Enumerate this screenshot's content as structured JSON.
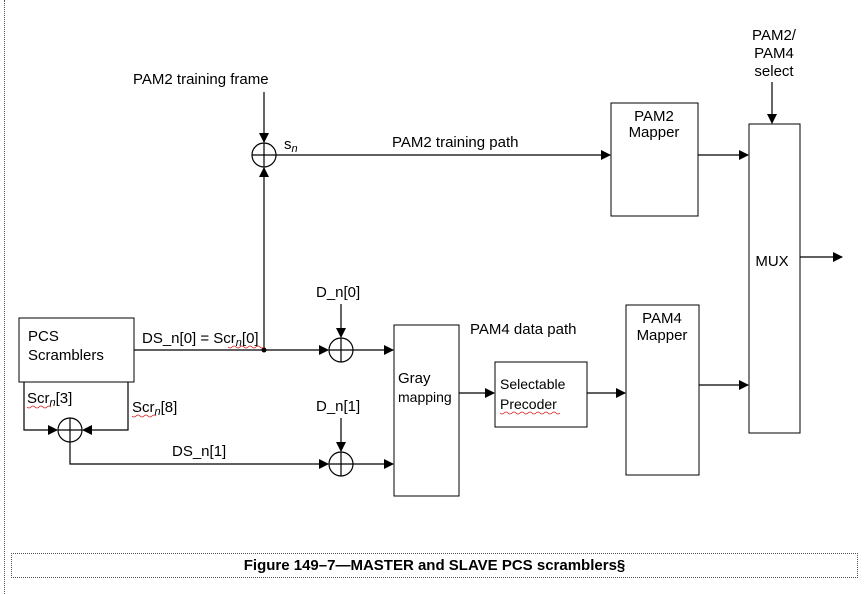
{
  "diagram": {
    "labels": {
      "pam2_training_frame": "PAM2 training frame",
      "s_base": "s",
      "s_sub": "n",
      "pam2_training_path": "PAM2 training path",
      "pam2_mapper_l1": "PAM2",
      "pam2_mapper_l2": "Mapper",
      "pam_select_l1": "PAM2/",
      "pam_select_l2": "PAM4",
      "pam_select_l3": "select",
      "mux": "MUX",
      "pcs_l1": "PCS",
      "pcs_l2": "Scramblers",
      "ds0_prefix": "DS_n[0] = Scr",
      "ds0_sub": "n",
      "ds0_suffix": "[0]",
      "dn0": "D_n[0]",
      "dn1": "D_n[1]",
      "pam4_data_path": "PAM4 data path",
      "gray_l1": "Gray",
      "gray_l2": "mapping",
      "precoder_l1": "Selectable",
      "precoder_l2": "Precoder",
      "pam4_mapper_l1": "PAM4",
      "pam4_mapper_l2": "Mapper",
      "scr3_base": "Scr",
      "scr3_sub": "n",
      "scr3_suffix": "[3]",
      "scr8_base": "Scr",
      "scr8_sub": "n",
      "scr8_suffix": "[8]",
      "ds1": "DS_n[1]"
    },
    "caption": "Figure 149–7—MASTER and SLAVE PCS scramblers§"
  }
}
